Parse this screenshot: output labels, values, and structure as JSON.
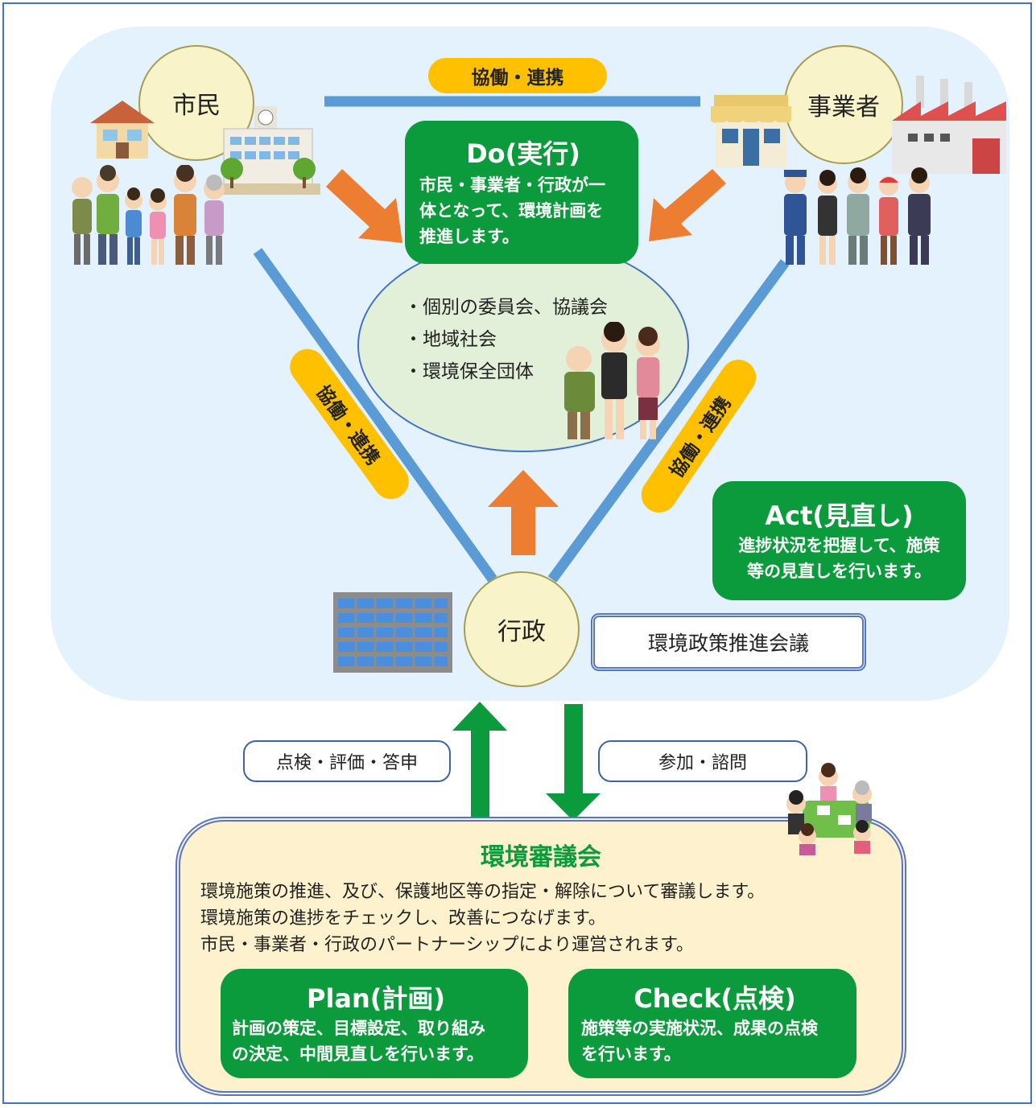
{
  "nodes": {
    "citizen": "市民",
    "business": "事業者",
    "government": "行政"
  },
  "collaboration_label": "協働・連携",
  "do": {
    "title": "Do(実行)",
    "lines": [
      "市民・事業者・行政が一",
      "体となって、環境計画を",
      "推進します。"
    ]
  },
  "community": {
    "items": [
      "・個別の委員会、協議会",
      "・地域社会",
      "・環境保全団体"
    ]
  },
  "act": {
    "title": "Act(見直し)",
    "lines": [
      "進捗状況を把握して、施策",
      "等の見直しを行います。"
    ]
  },
  "policy_meeting": "環境政策推進会議",
  "up_label": "点検・評価・答申",
  "down_label": "参加・諮問",
  "council": {
    "title": "環境審議会",
    "lines": [
      "環境施策の推進、及び、保護地区等の指定・解除について審議します。",
      "環境施策の進捗をチェックし、改善につなげます。",
      "市民・事業者・行政のパートナーシップにより運営されます。"
    ]
  },
  "plan": {
    "title": "Plan(計画)",
    "lines": [
      "計画の策定、目標設定、取り組み",
      "の決定、中間見直しを行います。"
    ]
  },
  "check": {
    "title": "Check(点検)",
    "lines": [
      "施策等の実施状況、成果の点検",
      "を行います。"
    ]
  },
  "colors": {
    "frame": "#4472c4",
    "upper_bg": "#e3f2fc",
    "green": "#0c9b3c",
    "orange_arrow": "#ed7d31",
    "pill": "#ffc000",
    "line_blue": "#5b9bd5",
    "council_bg": "#fdf2cd"
  },
  "icons": [
    "family-illustration",
    "school-building-icon",
    "house-icon",
    "shop-icon",
    "factory-icon",
    "workers-illustration",
    "office-building-icon",
    "elders-illustration",
    "meeting-illustration"
  ]
}
